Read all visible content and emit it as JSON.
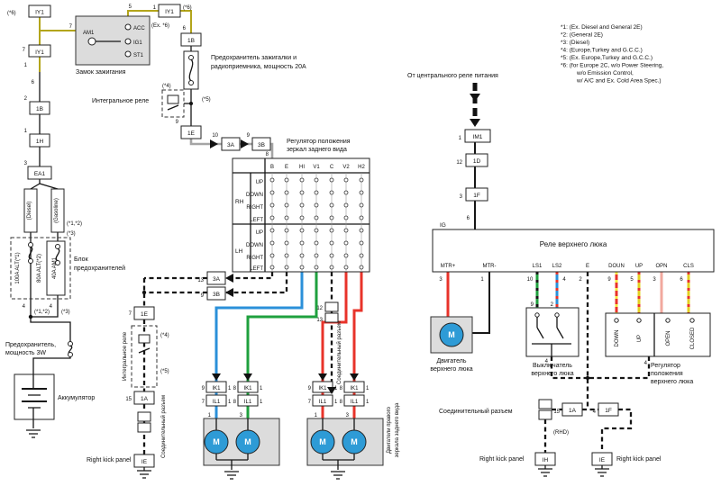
{
  "notes": [
    "*1:  (Ex.  Diesel and General 2E)",
    "*2:  (General 2E)",
    "*3:  (Diesel)",
    "*4:  (Europe,Turkey and G.C.C.)",
    "*5:  (Ex. Europe,Turkey and G.C.C.)",
    "*6:  (for Europe 2C, w/o Power Steering,",
    "w/o Emission Control,",
    "w/  A/C and Ex. Cold Area Spec.)"
  ],
  "labels": {
    "ignition_lock": "Замок зажигания",
    "radio_fuse_l1": "Предохранитель зажигалки и",
    "radio_fuse_l2": "радиоприемника, мощность 20A",
    "integral_relay": "Интегральное реле",
    "mirror_regulator_l1": "Регулятор положения",
    "mirror_regulator_l2": "зеркал заднего вида",
    "fuse_block_l1": "Блок",
    "fuse_block_l2": "предохранителей",
    "fuse_3w_l1": "Предохранитель,",
    "fuse_3w_l2": "мощность 3W",
    "battery": "Аккумулятор",
    "kick_panel": "Right kick panel",
    "central_relay": "От центрального реле питания",
    "roof_relay": "Реле верхнего люка",
    "roof_motor_l1": "Двигатель",
    "roof_motor_l2": "верхнего люка",
    "roof_switch_l1": "Выключатель",
    "roof_switch_l2": "верхнего люка",
    "roof_reg_l1": "Регулятор",
    "roof_reg_l2": "положения",
    "roof_reg_l3": "верхнего люка",
    "mirror_motors_l1": "Двигатели правого",
    "mirror_motors_l2": "зеркала заднего вида",
    "junction_conn": "Соединительный разъем",
    "diesel": "(Diesel)",
    "gasoline": "(Gasoline)",
    "rhd": "(RHD)",
    "ex6": "(Ex. *6)",
    "s6": "(*6)",
    "s4": "(*4)",
    "s5": "(*5)",
    "s12": "(*1,*2)",
    "s3": "(*3)",
    "ig": "IG",
    "m": "M"
  },
  "fuse_texts": [
    "100A ALT(*1)",
    "80A ALT(*2)",
    "40A AM1"
  ],
  "ign_terminals": [
    "AM1",
    "ACC",
    "IG1",
    "ST1"
  ],
  "conn": {
    "iy1": "IY1",
    "b1": "1B",
    "h1": "1H",
    "ea1": "EA1",
    "e1": "1E",
    "a3": "3A",
    "b3": "3B",
    "a1": "1A",
    "ie": "IE",
    "ih": "IH",
    "im1": "IM1",
    "d1": "1D",
    "f1": "1F",
    "ik1": "IK1",
    "il1": "IL1"
  },
  "pins": {
    "p1": "1",
    "p2": "2",
    "p3": "3",
    "p4": "4",
    "p5": "5",
    "p6": "6",
    "p7": "7",
    "p8": "8",
    "p9": "9",
    "p10": "10",
    "p12": "12",
    "p13": "13",
    "p15": "15"
  },
  "grid": {
    "cols": [
      "B",
      "E",
      "HI",
      "V1",
      "C",
      "V2",
      "H2"
    ],
    "groups": [
      "RH",
      "LH"
    ],
    "rows": [
      "UP",
      "DOWN",
      "RIGHT",
      "LEFT"
    ]
  },
  "relay": {
    "terminals": [
      "MTR+",
      "MTR-",
      "LS1",
      "LS2",
      "E",
      "DOUN",
      "UP",
      "OPN",
      "CLS"
    ],
    "pins": [
      "3",
      "1",
      "10",
      "4",
      "2",
      "9",
      "5",
      "3",
      "6"
    ]
  },
  "reg_positions": [
    "DOWN",
    "UP",
    "OPEN",
    "CLOSED"
  ],
  "stack_pins": [
    [
      "9",
      "7"
    ],
    [
      "8",
      "8"
    ],
    [
      "9",
      "7"
    ],
    [
      "8",
      "8"
    ]
  ],
  "motor_pins": {
    "left": [
      "1",
      "3"
    ],
    "right": [
      "1",
      "3"
    ]
  }
}
